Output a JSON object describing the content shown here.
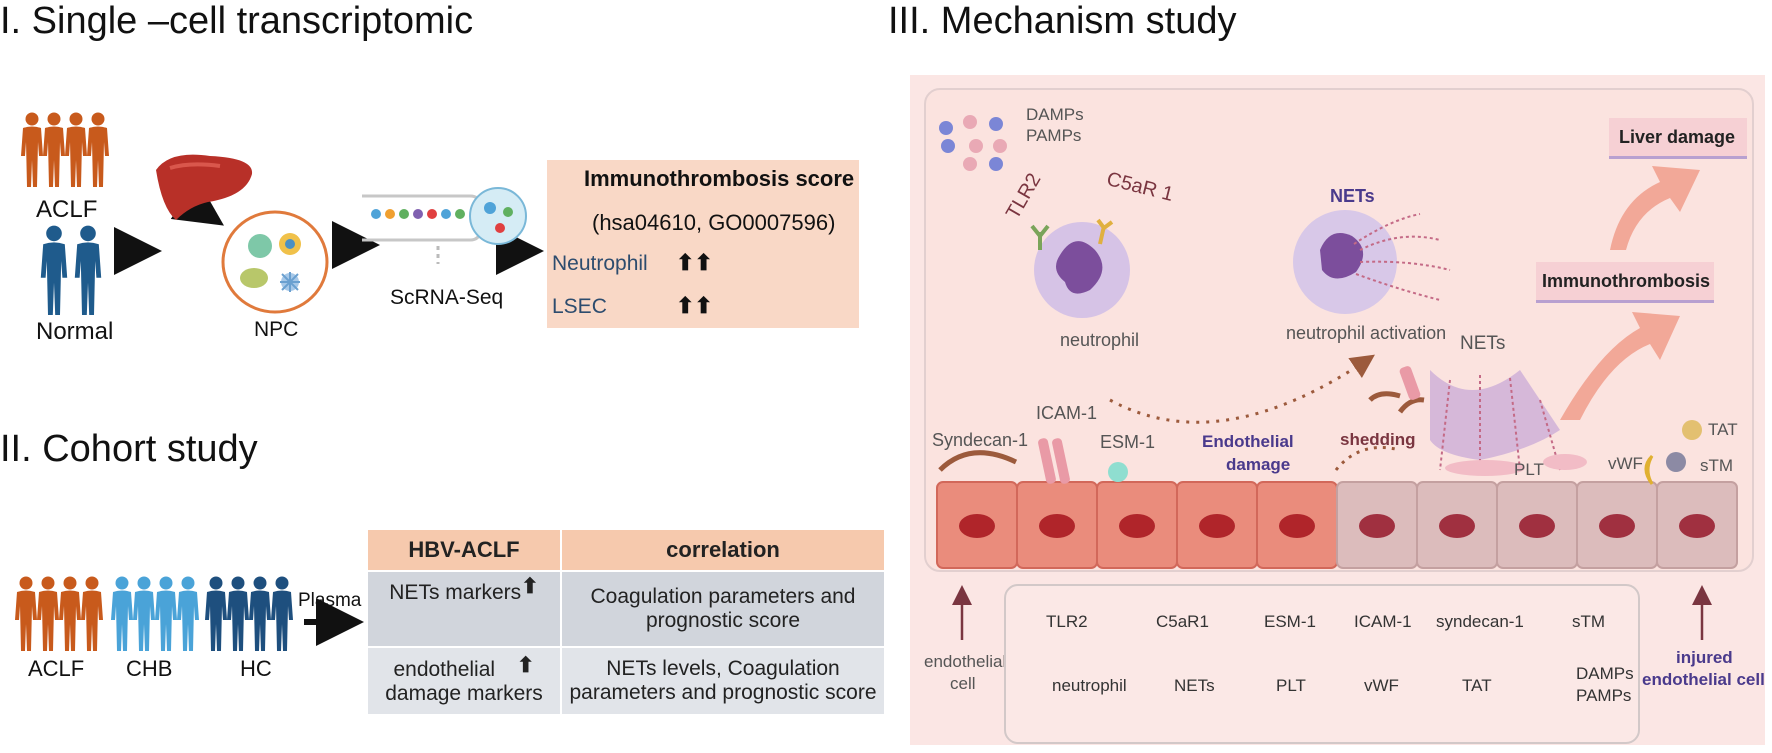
{
  "section1": {
    "title": "I. Single –cell transcriptomic",
    "acl_label": "ACLF",
    "normal_label": "Normal",
    "npc_label": "NPC",
    "scrna_label": "ScRNA-Seq",
    "score_title": "Immunothrombosis score",
    "score_ids": "(hsa04610, GO0007596)",
    "neutrophil_label": "Neutrophil",
    "lsec_label": "LSEC",
    "arrows_up": "⬆⬆"
  },
  "section2": {
    "title": "II. Cohort study",
    "groups": [
      "ACLF",
      "CHB",
      "HC"
    ],
    "plasma_label": "Plasma",
    "table": {
      "headers": [
        "HBV-ACLF",
        "correlation"
      ],
      "rows": [
        {
          "left": "NETs markers",
          "right_line1": "Coagulation parameters and",
          "right_line2": "prognostic score"
        },
        {
          "left_line1": "endothelial",
          "left_line2": "damage markers",
          "right_line1": "NETs levels, Coagulation",
          "right_line2": "parameters and prognostic score"
        }
      ],
      "up_arrow": "⬆"
    }
  },
  "section3": {
    "title": "III. Mechanism study",
    "damps": "DAMPs",
    "pamps": "PAMPs",
    "tlr2": "TLR2",
    "c5ar1": "C5aR 1",
    "neutrophil": "neutrophil",
    "nets_top": "NETs",
    "neutrophil_activation": "neutrophil activation",
    "nets_mid": "NETs",
    "liver_damage": "Liver damage",
    "immunothrombosis": "Immunothrombosis",
    "syndecan": "Syndecan-1",
    "icam": "ICAM-1",
    "esm": "ESM-1",
    "endothelial_damage_1": "Endothelial",
    "endothelial_damage_2": "damage",
    "shedding": "shedding",
    "plt": "PLT",
    "vwf": "vWF",
    "tat": "TAT",
    "stm": "sTM",
    "endothelial_cell_1": "endothelial",
    "endothelial_cell_2": "cell",
    "injured_1": "injured",
    "injured_2": "endothelial cell",
    "legend": {
      "tlr2": "TLR2",
      "c5ar1": "C5aR1",
      "esm1": "ESM-1",
      "icam1": "ICAM-1",
      "syndecan1": "syndecan-1",
      "stm": "sTM",
      "neutrophil": "neutrophil",
      "nets": "NETs",
      "plt": "PLT",
      "vwf": "vWF",
      "tat": "TAT",
      "damps": "DAMPs",
      "pamps": "PAMPs"
    }
  },
  "colors": {
    "aclf_person": "#c85a1c",
    "normal_person": "#1f5b8c",
    "chb_person": "#4aa3d8",
    "hc_person": "#1e4f7e",
    "score_bg": "#f9d8c6",
    "header_bg": "#f6c9ad",
    "cell_healthy": "#ea8c7c",
    "cell_injured": "#dcbcbc",
    "nucleus": "#b0252a"
  }
}
